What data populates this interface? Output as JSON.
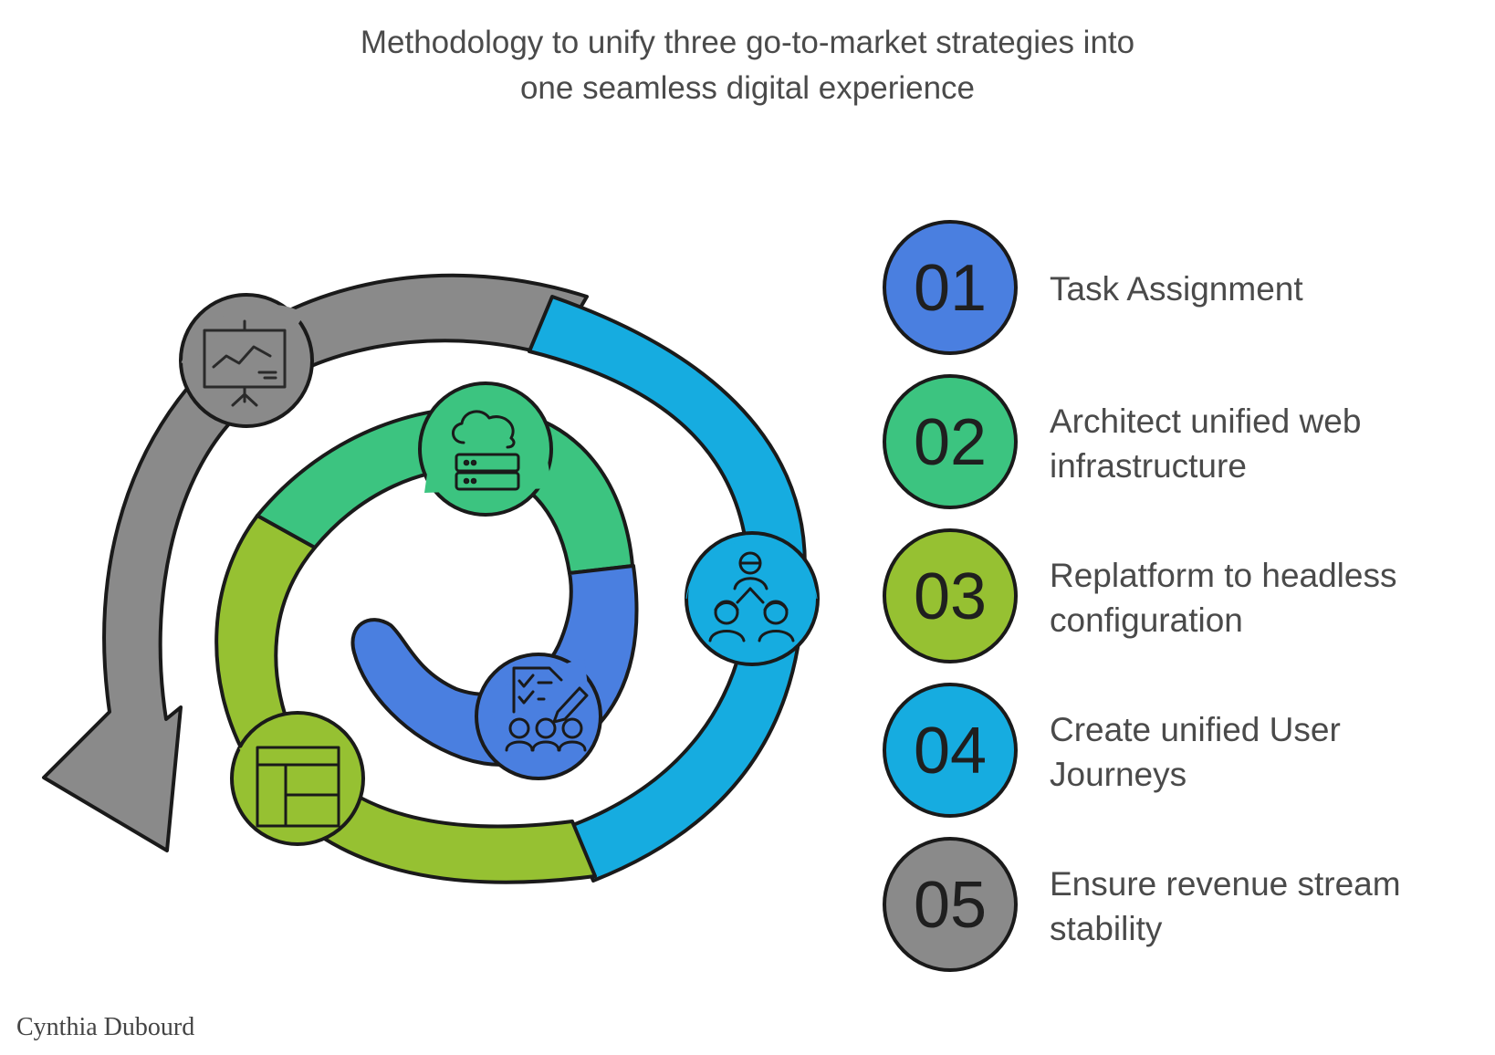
{
  "title": {
    "line1": "Methodology to unify three go-to-market strategies into",
    "line2": "one seamless digital experience"
  },
  "steps": [
    {
      "number": "01",
      "label": "Task Assignment",
      "color": "#4a7fe0",
      "icon": "team-task-icon"
    },
    {
      "number": "02",
      "label": "Architect unified web infrastructure",
      "color": "#3cc480",
      "icon": "cloud-server-icon"
    },
    {
      "number": "03",
      "label": "Replatform to headless configuration",
      "color": "#96c132",
      "icon": "layout-icon"
    },
    {
      "number": "04",
      "label": "Create unified User Journeys",
      "color": "#16ace0",
      "icon": "user-group-icon"
    },
    {
      "number": "05",
      "label": "Ensure revenue stream stability",
      "color": "#8a8a8a",
      "icon": "presentation-chart-icon"
    }
  ],
  "footer": {
    "author": "Cynthia Dubourd"
  }
}
